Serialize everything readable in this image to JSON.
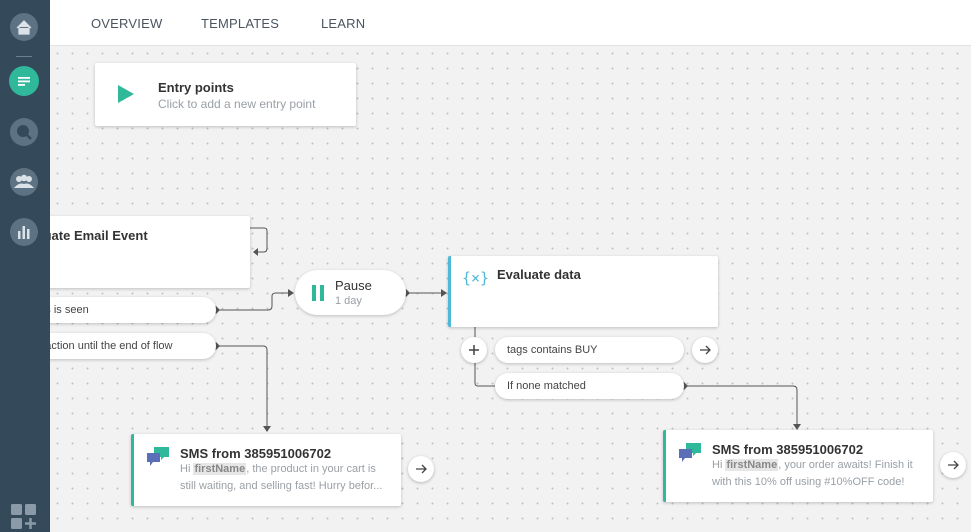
{
  "nav": {
    "tabs": [
      "OVERVIEW",
      "TEMPLATES",
      "LEARN"
    ]
  },
  "canvas": {
    "entry": {
      "title": "Entry points",
      "subtitle": "Click to add a new entry point"
    },
    "email_event": {
      "title": "luate Email Event"
    },
    "email_branches": [
      "atus is seen",
      "no action until the end of flow"
    ],
    "pause": {
      "title": "Pause",
      "subtitle": "1 day"
    },
    "evaluate": {
      "title": "Evaluate data",
      "icon": "{×}"
    },
    "conditions": [
      "tags contains BUY",
      "If none matched"
    ],
    "sms1": {
      "title": "SMS from 385951006702",
      "text_pre": "Hi ",
      "text_hl": "firstName",
      "text_post": ", the product in your cart is still waiting, and selling fast! Hurry befor..."
    },
    "sms2": {
      "title": "SMS from 385951006702",
      "text_pre": "Hi ",
      "text_hl": "firstName",
      "text_post": ", your order awaits! Finish it with this 10% off using #10%OFF code!"
    }
  },
  "colors": {
    "sidebar": "#34495a",
    "accent_green": "#2fb89a",
    "accent_blue": "#4fb8d6"
  }
}
